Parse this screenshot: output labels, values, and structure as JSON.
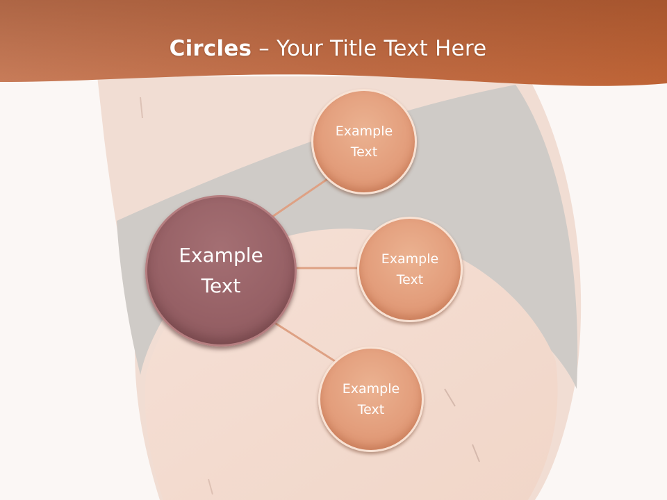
{
  "slide": {
    "title_bold": "Circles",
    "title_rest": " – Your Title Text Here"
  },
  "diagram": {
    "center": {
      "label": "Example\nText"
    },
    "nodes": [
      {
        "label": "Example\nText"
      },
      {
        "label": "Example\nText"
      },
      {
        "label": "Example\nText"
      }
    ]
  },
  "colors": {
    "band_left": "#c97d5a",
    "band_right": "#bf6436",
    "center_fill": "#966065",
    "node_fill": "#e39e7c",
    "connector": "#dea184"
  }
}
